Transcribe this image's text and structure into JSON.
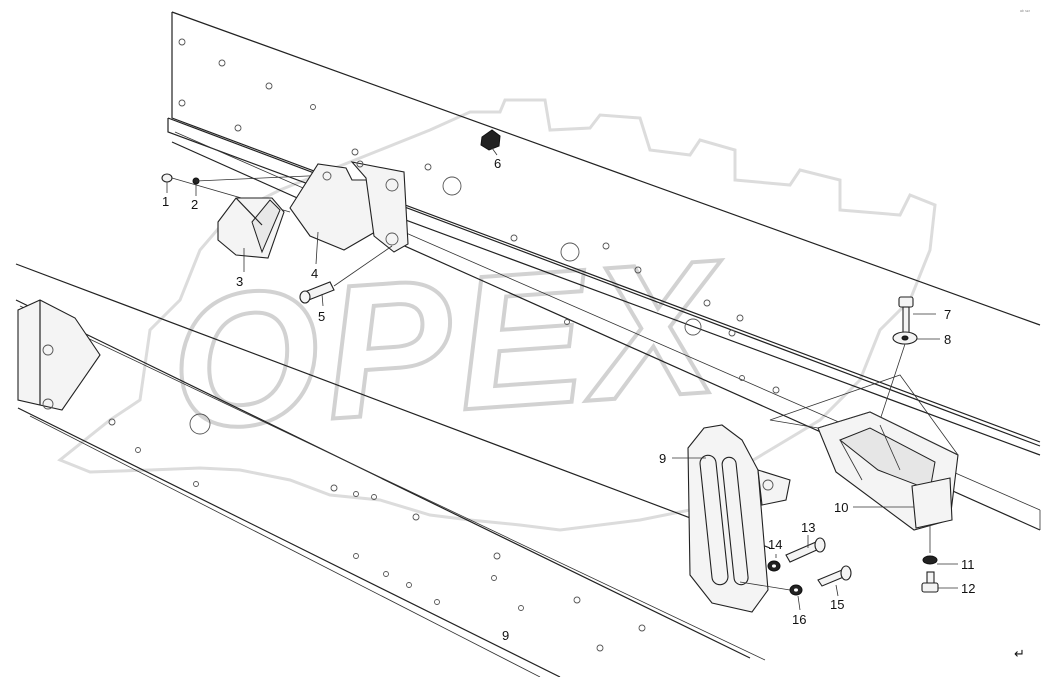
{
  "watermark": {
    "text": "OPEX"
  },
  "corner_note": "ᵃᵇ ˢᵉʳ",
  "footer_mark": "↵",
  "frame_mark": "9",
  "callouts": {
    "p1": "1",
    "p2": "2",
    "p3": "3",
    "p4": "4",
    "p5": "5",
    "p6": "6",
    "p7": "7",
    "p8": "8",
    "p9": "9",
    "p10": "10",
    "p11": "11",
    "p12": "12",
    "p13": "13",
    "p14": "14",
    "p15": "15",
    "p16": "16"
  }
}
